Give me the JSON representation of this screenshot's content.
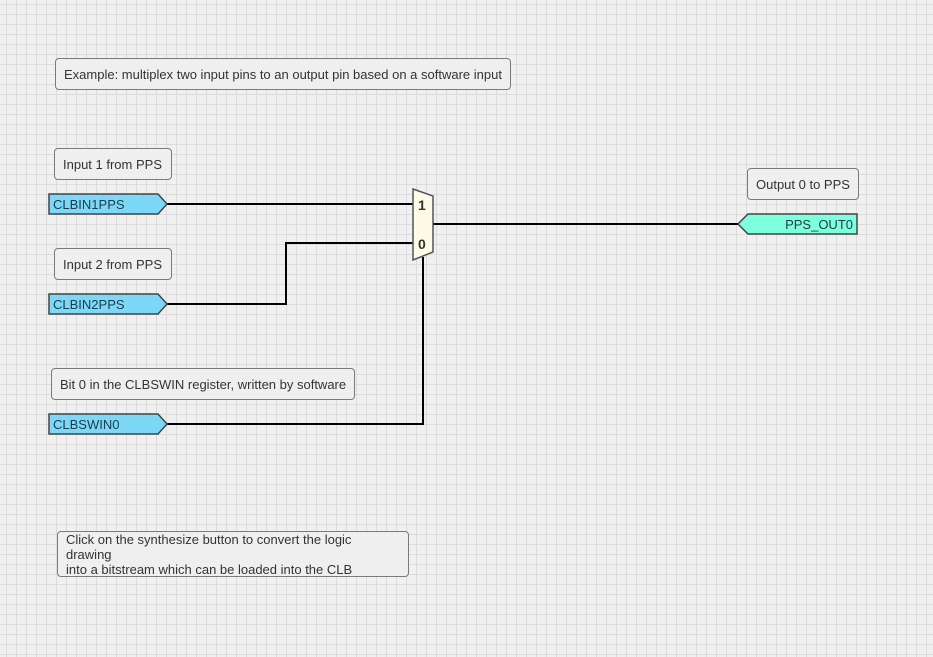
{
  "notes": {
    "example": "Example: multiplex two input pins to an output pin based on a software input",
    "input1": "Input 1 from PPS",
    "input2": "Input 2 from PPS",
    "swin": "Bit 0 in the CLBSWIN register, written by software",
    "output0": "Output 0 to PPS",
    "synthesize": "Click on the synthesize button to convert the logic drawing\ninto a bitstream which can be loaded into the CLB"
  },
  "pins": {
    "in1": "CLBIN1PPS",
    "in2": "CLBIN2PPS",
    "swin": "CLBSWIN0",
    "out0": "PPS_OUT0"
  },
  "mux": {
    "input_1_label": "1",
    "input_0_label": "0"
  },
  "colors": {
    "input_pin": "#7dd8f8",
    "output_pin": "#7dffdb",
    "wire": "#000000",
    "mux_fill": "#fdfbe8"
  }
}
